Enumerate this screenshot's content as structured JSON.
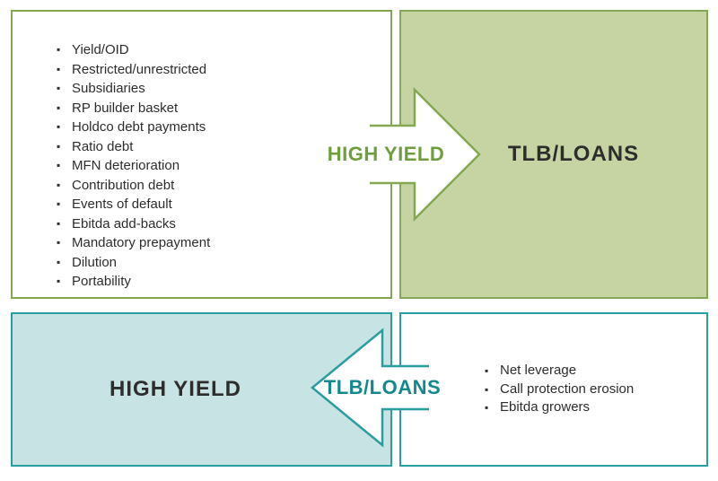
{
  "colors": {
    "green_border": "#85a751",
    "green_fill": "#c5d4a2",
    "green_text": "#6f9e3e",
    "teal_border": "#2a9da0",
    "teal_fill": "#c8e3e3",
    "teal_text": "#12898d",
    "dark_text": "#2d2d2d"
  },
  "top_panel": {
    "terms": [
      "Yield/OID",
      "Restricted/unrestricted",
      "Subsidiaries",
      "RP builder basket",
      "Holdco debt payments",
      "Ratio debt",
      "MFN deterioration",
      "Contribution debt",
      "Events of default",
      "Ebitda add-backs",
      "Mandatory prepayment",
      "Dilution",
      "Portability"
    ],
    "arrow_label": "HIGH YIELD",
    "target_label": "TLB/LOANS"
  },
  "bottom_panel": {
    "source_label": "HIGH YIELD",
    "arrow_label": "TLB/LOANS",
    "terms": [
      "Net leverage",
      "Call protection erosion",
      "Ebitda growers"
    ]
  }
}
